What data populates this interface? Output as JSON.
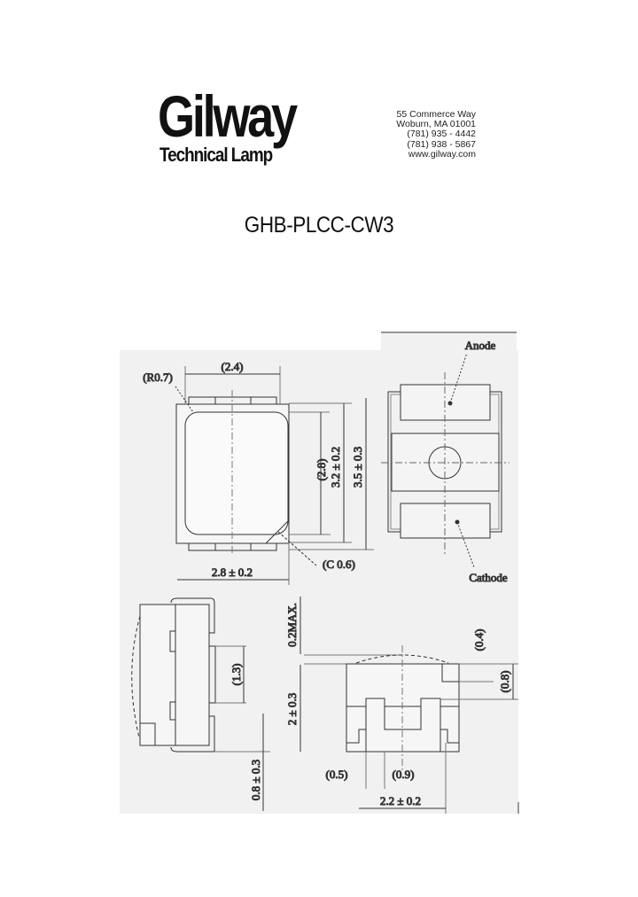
{
  "header": {
    "logo_name": "Gilway",
    "logo_tagline": "Technical Lamp",
    "address": [
      "55 Commerce Way",
      "Woburn, MA 01001",
      "(781) 935 - 4442",
      "(781) 938 - 5867",
      "www.gilway.com"
    ]
  },
  "part_number": "GHB-PLCC-CW3",
  "drawing": {
    "top_view": {
      "width_top": "(2.4)",
      "radius": "(R0.7)",
      "inner_height": "(2.8)",
      "height": "3.2 ± 0.2",
      "overall_height": "3.5 ± 0.3",
      "width": "2.8 ± 0.2",
      "chamfer": "(C 0.6)"
    },
    "bottom_view": {
      "anode": "Anode",
      "cathode": "Cathode"
    },
    "side_view": {
      "pad": "(1.3)",
      "lead": "0.8 ± 0.3",
      "dome": "0.2MAX.",
      "height": "2 ± 0.3"
    },
    "front_view": {
      "corner_w": "(0.4)",
      "corner_h": "(0.8)",
      "pad_gap": "(0.5)",
      "pad_w": "(0.9)",
      "width": "2.2 ± 0.2"
    }
  }
}
